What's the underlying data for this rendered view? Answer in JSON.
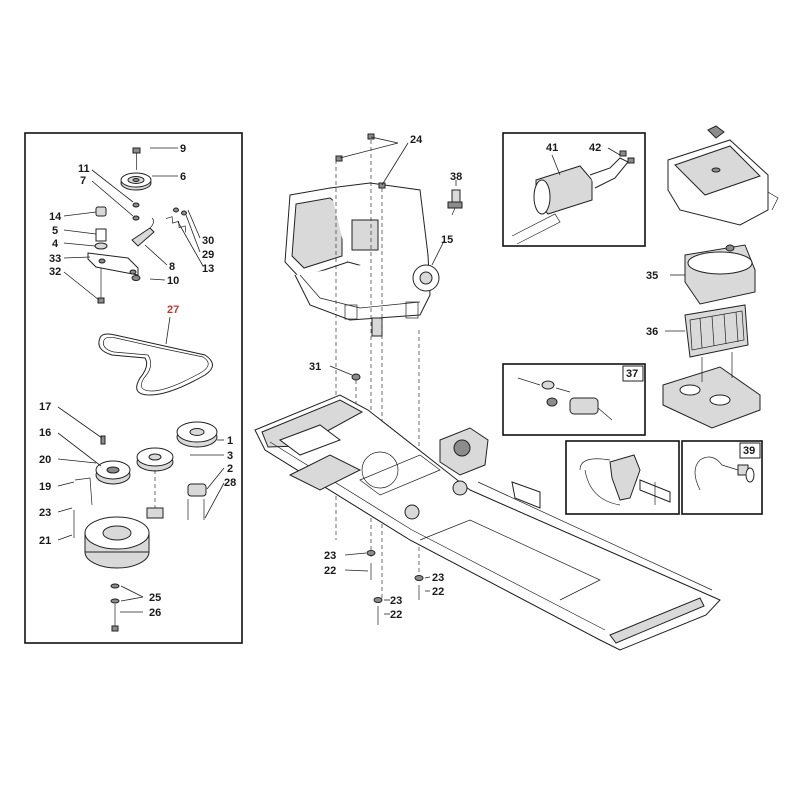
{
  "callouts": {
    "c1": "1",
    "c2": "2",
    "c3": "3",
    "c4": "4",
    "c5": "5",
    "c6": "6",
    "c7": "7",
    "c8": "8",
    "c9": "9",
    "c10": "10",
    "c11": "11",
    "c13": "13",
    "c14": "14",
    "c15": "15",
    "c16": "16",
    "c17": "17",
    "c19": "19",
    "c20": "20",
    "c21": "21",
    "c22a": "22",
    "c22b": "22",
    "c22c": "22",
    "c23a": "23",
    "c23b": "23",
    "c23c": "23",
    "c23d": "23",
    "c24": "24",
    "c25": "25",
    "c26": "26",
    "c27": "27",
    "c28": "28",
    "c29": "29",
    "c30": "30",
    "c31": "31",
    "c32": "32",
    "c33": "33",
    "c35": "35",
    "c36": "36",
    "c37": "37",
    "c38": "38",
    "c39": "39",
    "c41": "41",
    "c42": "42"
  },
  "colors": {
    "ink": "#1a1a1a",
    "highlight": "#c0392b",
    "part_fill": "#d9d9d9"
  }
}
